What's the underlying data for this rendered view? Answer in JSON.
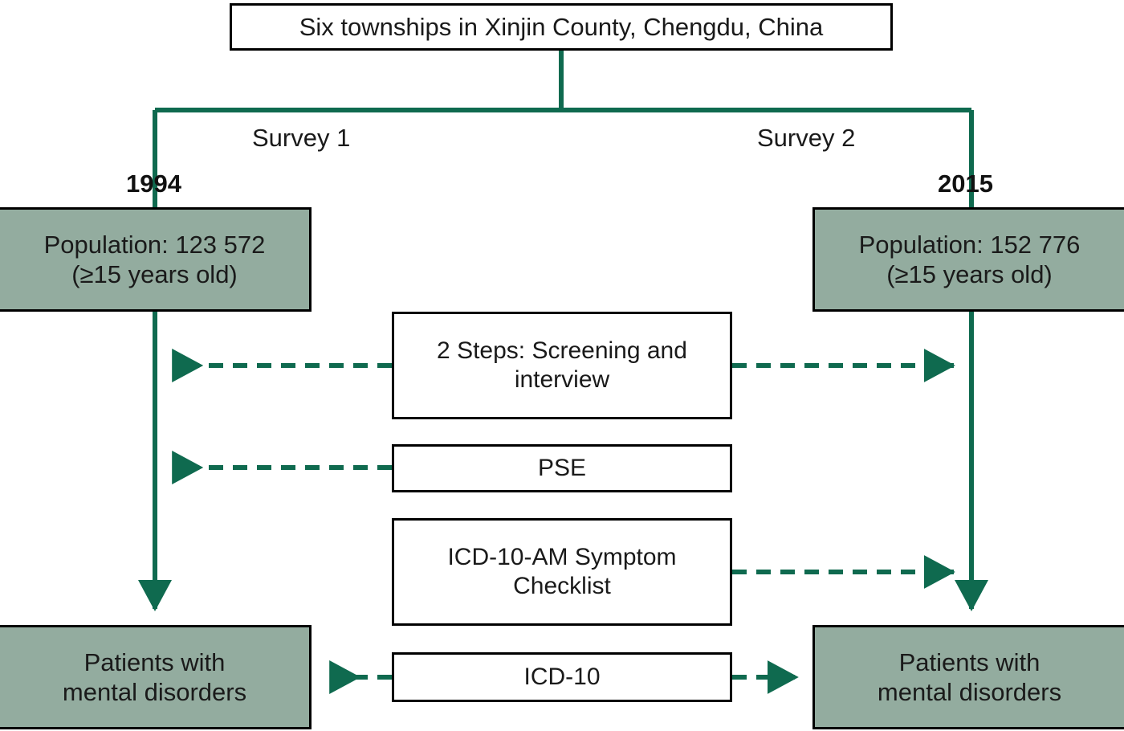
{
  "diagram": {
    "title_box": {
      "label": "Six townships in Xinjin County, Chengdu, China"
    },
    "branches": [
      {
        "name": "survey-1",
        "survey_label": "Survey 1",
        "year": "1994",
        "population_line1": "Population: 123 572",
        "population_line2": "(≥15 years old)",
        "outcome_line1": "Patients with",
        "outcome_line2": "mental disorders"
      },
      {
        "name": "survey-2",
        "survey_label": "Survey 2",
        "year": "2015",
        "population_line1": "Population: 152 776",
        "population_line2": "(≥15 years old)",
        "outcome_line1": "Patients with",
        "outcome_line2": "mental disorders"
      }
    ],
    "methods": [
      {
        "name": "screening-interview",
        "line1": "2 Steps: Screening and",
        "line2": "interview",
        "arrow_left": true,
        "arrow_right": true
      },
      {
        "name": "pse",
        "line1": "PSE",
        "line2": "",
        "arrow_left": true,
        "arrow_right": false
      },
      {
        "name": "icd-10-am-symptom-checklist",
        "line1": "ICD-10-AM Symptom",
        "line2": "Checklist",
        "arrow_left": false,
        "arrow_right": true
      },
      {
        "name": "icd-10",
        "line1": "ICD-10",
        "line2": "",
        "arrow_left": true,
        "arrow_right": true
      }
    ],
    "colors": {
      "connector": "#0f6a4f",
      "box_fill_shaded": "#93ac9f",
      "box_fill_plain": "#ffffff",
      "box_border": "#000000",
      "text": "#1a1a1a",
      "background": "#ffffff"
    }
  }
}
